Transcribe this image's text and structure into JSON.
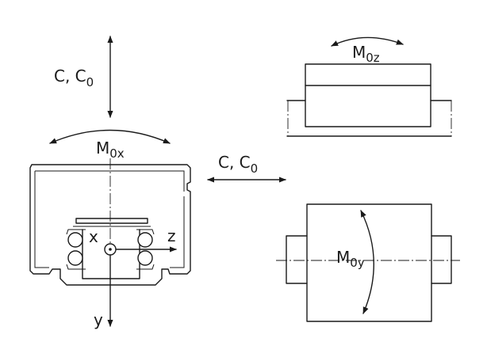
{
  "labels": {
    "load_vertical": {
      "main": "C, C",
      "sub": "0"
    },
    "load_horizontal": {
      "main": "C, C",
      "sub": "0"
    },
    "moment_x": {
      "main": "M",
      "sub": "0x"
    },
    "moment_y": {
      "main": "M",
      "sub": "0y"
    },
    "moment_z": {
      "main": "M",
      "sub": "0z"
    },
    "axis_x": "x",
    "axis_y": "y",
    "axis_z": "z"
  }
}
